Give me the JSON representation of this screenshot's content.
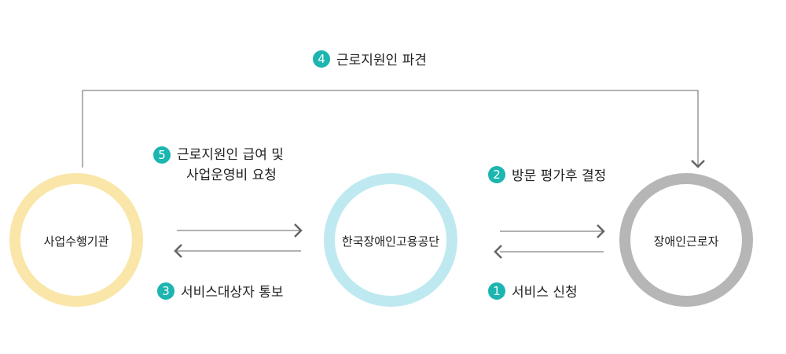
{
  "colors": {
    "badge": "#1cb5b0",
    "org": "#f9e6a8",
    "agency": "#bfe9f0",
    "worker": "#b6b6b6",
    "line": "#666666"
  },
  "nodes": {
    "org": "사업수행기관",
    "agency": "한국장애인고용공단",
    "worker": "장애인근로자"
  },
  "steps": [
    {
      "num": "1",
      "text": "서비스 신청"
    },
    {
      "num": "2",
      "text": "방문 평가후 결정"
    },
    {
      "num": "3",
      "text": "서비스대상자 통보"
    },
    {
      "num": "4",
      "text": "근로지원인 파견"
    },
    {
      "num": "5",
      "line1": "근로지원인 급여 및",
      "line2": "사업운영비 요청"
    }
  ]
}
